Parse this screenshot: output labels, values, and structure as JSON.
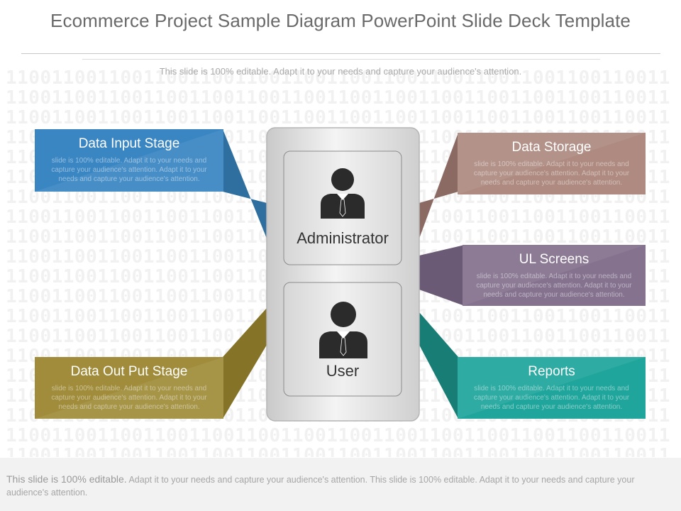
{
  "slide": {
    "title": "Ecommerce Project Sample Diagram PowerPoint Slide Deck Template",
    "subtitle": "This slide is 100% editable. Adapt it to your needs and capture your audience's attention.",
    "background_pattern": "1100110011001100110011001100110011001100110011001100110011"
  },
  "center": {
    "admin_label": "Administrator",
    "user_label": "User",
    "admin_icon": "businessman-icon",
    "user_icon": "businessman-icon"
  },
  "boxes": [
    {
      "id": "data-input-stage",
      "title": "Data Input Stage",
      "body": "slide is 100% editable. Adapt it to your needs and capture your audience's attention. Adapt it to your needs and capture your audience's attention.",
      "color": "#3a86c3"
    },
    {
      "id": "data-out-put-stage",
      "title": "Data Out Put Stage",
      "body": "slide is 100% editable. Adapt it to your needs and capture your audience's attention. Adapt it to your needs and capture your audience's attention.",
      "color": "#a08c3a"
    },
    {
      "id": "data-storage",
      "title": "Data Storage",
      "body": "slide is 100% editable. Adapt it to your needs and capture your audience's attention. Adapt it to your needs and capture your audience's attention.",
      "color": "#ae8a80"
    },
    {
      "id": "ul-screens",
      "title": "UL Screens",
      "body": "slide is 100% editable. Adapt it to your needs and capture your audience's attention. Adapt it to your needs and capture your audience's attention.",
      "color": "#85728f"
    },
    {
      "id": "reports",
      "title": "Reports",
      "body": "slide is 100% editable. Adapt it to your needs and capture your audience's attention. Adapt it to your needs and capture your audience's attention.",
      "color": "#1fa59b"
    }
  ],
  "footer": {
    "lead": "This slide is 100% editable.",
    "text": "Adapt it to your needs and capture your audience's attention. This slide is 100% editable. Adapt it to your needs and capture your audience's attention."
  }
}
